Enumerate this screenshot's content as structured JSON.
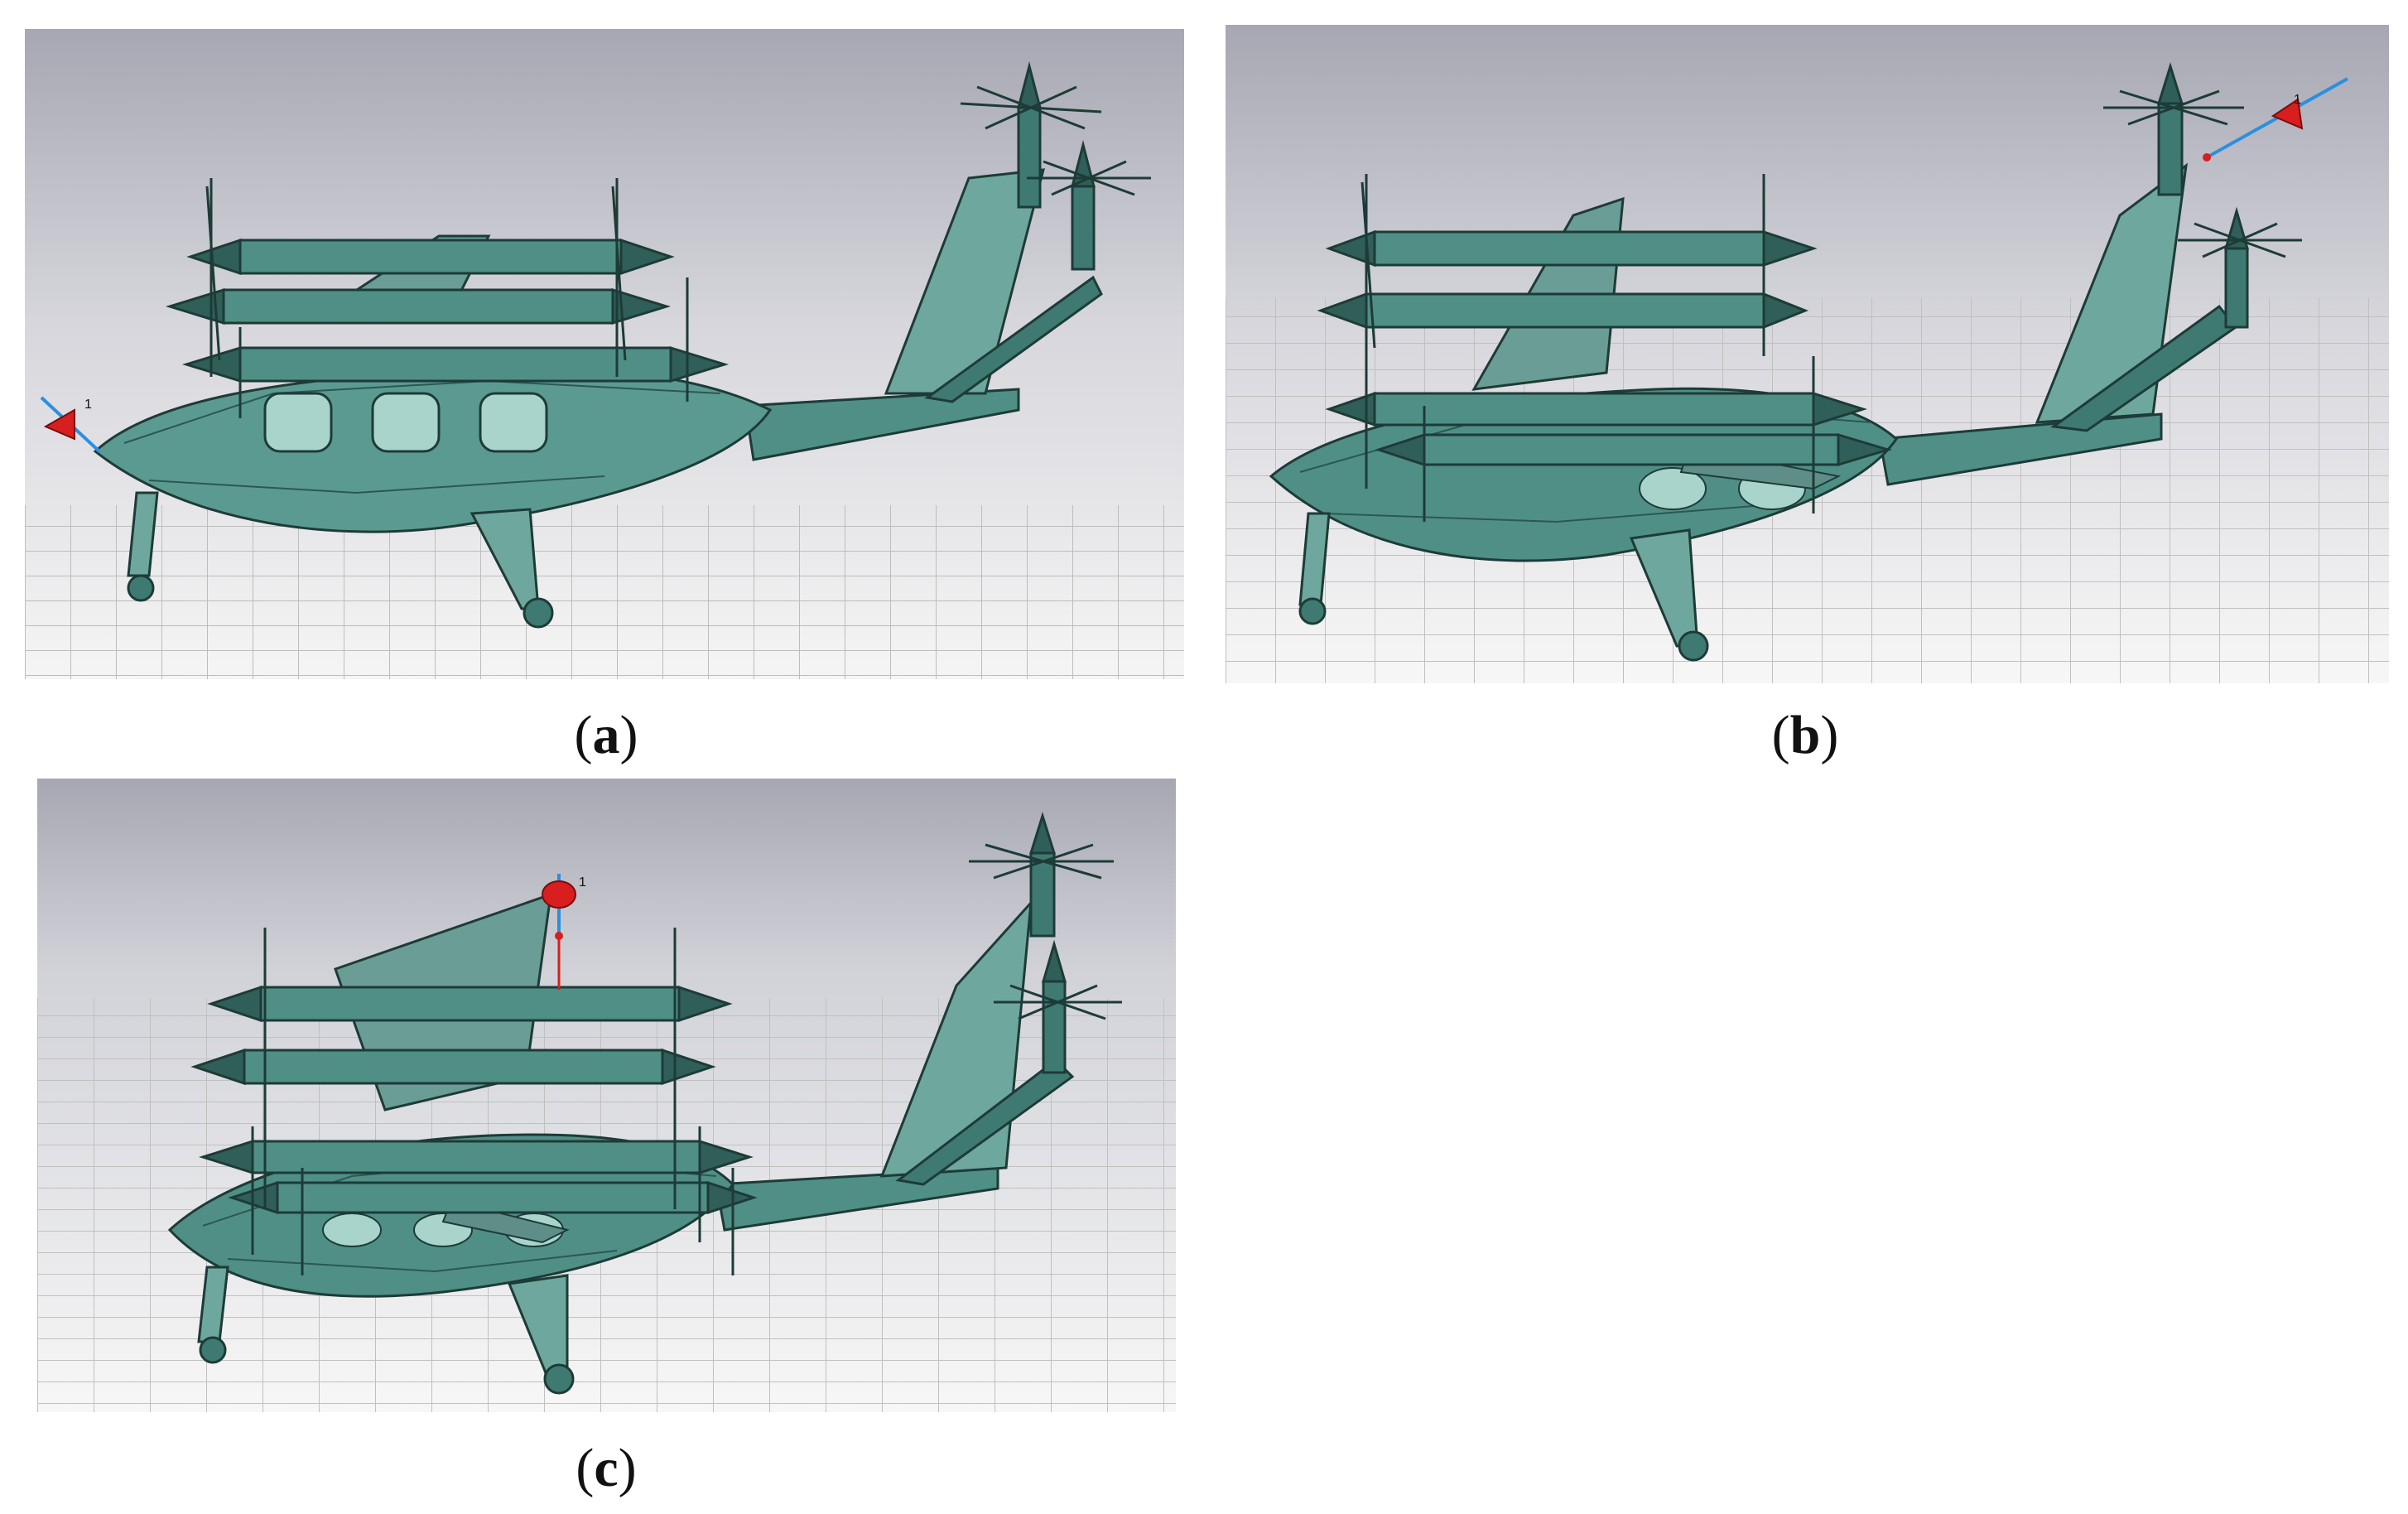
{
  "figure": {
    "panels": [
      {
        "id": "a",
        "caption_open": "(",
        "caption_letter": "a",
        "caption_close": ")"
      },
      {
        "id": "b",
        "caption_open": "(",
        "caption_letter": "b",
        "caption_close": ")"
      },
      {
        "id": "c",
        "caption_open": "(",
        "caption_letter": "c",
        "caption_close": ")"
      }
    ],
    "marker_label": "1"
  },
  "colors": {
    "body_fill": "#4f8f86",
    "body_fill_light": "#8fc2b8",
    "mesh_stroke": "#1d3b37",
    "background_top": "#a9aab4",
    "background_bottom": "#f4f4f4",
    "grid": "#b8b8b8",
    "marker_red": "#d81e1e",
    "axis_blue": "#2b8fe0"
  }
}
